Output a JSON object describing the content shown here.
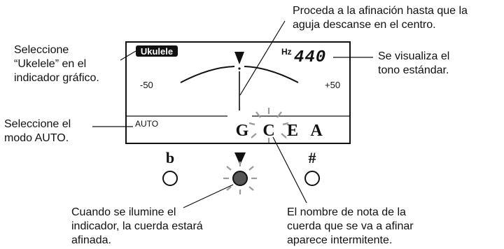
{
  "display": {
    "instrument_label": "Ukulele",
    "hz_label": "Hz",
    "pitch_value": "440",
    "scale_minus": "-50",
    "scale_plus": "+50",
    "mode": "AUTO",
    "notes": [
      {
        "label": "G",
        "blinking": false
      },
      {
        "label": "C",
        "blinking": true
      },
      {
        "label": "E",
        "blinking": false
      },
      {
        "label": "A",
        "blinking": false
      }
    ]
  },
  "indicators": {
    "flat_symbol": "b",
    "sharp_symbol": "#",
    "center_lit_color": "#555555"
  },
  "callouts": {
    "top_center": [
      "Proceda a la afinación hasta que la",
      "aguja descanse en el centro."
    ],
    "left_top": [
      "Seleccione",
      "“Ukelele” en el",
      "indicador gráfico."
    ],
    "right_top": [
      "Se visualiza el",
      "tono estándar."
    ],
    "left_mid": [
      "Seleccione el",
      "modo AUTO."
    ],
    "bottom_left": [
      "Cuando se ilumine el",
      "indicador, la cuerda estará",
      "afinada."
    ],
    "bottom_right": [
      "El nombre de nota de la",
      "cuerda que se va a afinar",
      "aparece intermitente."
    ]
  }
}
